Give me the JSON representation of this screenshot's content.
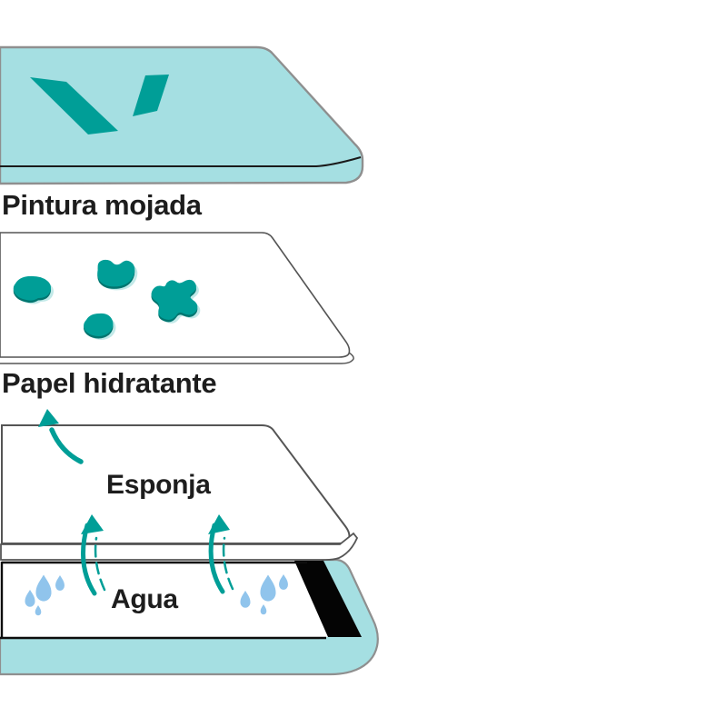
{
  "sections": [
    {
      "name": "pintura-mojada",
      "label": "Pintura mojada"
    },
    {
      "name": "papel-hidratante",
      "label": "Papel hidratante"
    },
    {
      "name": "esponja",
      "label": "Esponja"
    },
    {
      "name": "agua",
      "label": "Agua"
    }
  ],
  "icons": {
    "logo": "v-check-logo",
    "paint_blobs": "paint-splat",
    "droplets": "water-drop",
    "arrows": "curved-up-arrow"
  },
  "colors": {
    "surface_teal": "#a5dfe2",
    "accent_teal": "#009e97",
    "accent_teal_dark": "#00756f",
    "accent_teal_pale": "#c2e9e8",
    "droplet_blue": "#90c4ec",
    "outline_gray": "#8f8f8f",
    "outline_dark": "#555555",
    "band_black": "#040404",
    "text_black": "#1d1d1d",
    "background": "#ffffff"
  }
}
